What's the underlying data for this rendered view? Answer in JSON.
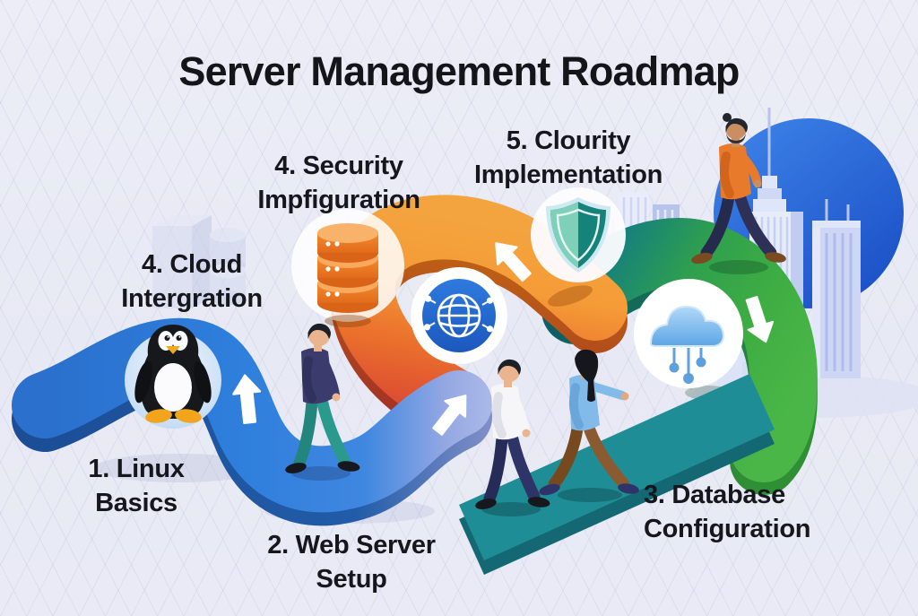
{
  "title": "Server Management Roadmap",
  "steps": [
    {
      "order": "1",
      "label": "1. Linux Basics",
      "line1": "1. Linux",
      "line2": "Basics",
      "icon": "tux-penguin"
    },
    {
      "order": "2",
      "label": "2. Web Server Setup",
      "line1": "2. Web Server",
      "line2": "Setup",
      "icon": "globe-network"
    },
    {
      "order": "3",
      "label": "3. Database Configuration",
      "line1": "3. Database",
      "line2": "Configuration",
      "icon": "cloud-connect"
    },
    {
      "order": "4",
      "label": "4. Cloud Intergration",
      "line1": "4. Cloud",
      "line2": "Intergration",
      "icon": "buildings"
    },
    {
      "order": "4",
      "label": "4. Security Impfiguration",
      "line1": "4. Security",
      "line2": "Impfiguration",
      "icon": "server-stack"
    },
    {
      "order": "5",
      "label": "5. Clourity Implementation",
      "line1": "5. Clourity",
      "line2": "Implementation",
      "icon": "security-shield"
    }
  ],
  "palette": {
    "background": "#e8e9f4",
    "path_blue": "#2f7fdd",
    "path_lavender": "#aab8e8",
    "path_red": "#dd4a3a",
    "path_orange": "#f19a34",
    "path_teal": "#1f8d96",
    "path_green": "#3fae42",
    "icon_globe_blue": "#2570d6",
    "cloud_blue": "#6fb3ea",
    "shield_teal_dark": "#15837a",
    "shield_teal_light": "#7ed0b8",
    "building_light": "#dbe2f7",
    "big_circle_blue": "#2b66d9",
    "text": "#15171d"
  },
  "icons": [
    "tux-penguin",
    "server-stack",
    "globe-network",
    "security-shield",
    "cloud-connect",
    "arrow-up",
    "arrow-up-right",
    "arrow-up-left",
    "arrow-down"
  ],
  "figures": [
    {
      "name": "walker-navy-sweater"
    },
    {
      "name": "walker-white-shirt"
    },
    {
      "name": "walker-blue-top-woman"
    },
    {
      "name": "walker-orange-shirt"
    }
  ]
}
